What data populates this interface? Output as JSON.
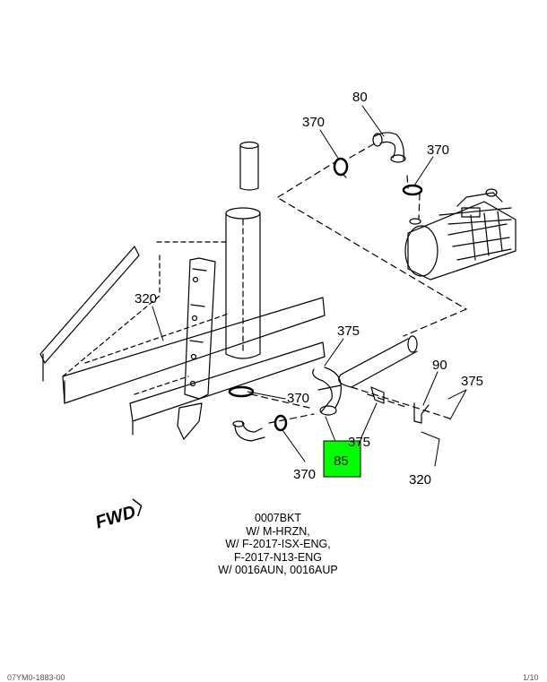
{
  "callouts": {
    "c80": "80",
    "c370_top": "370",
    "c370_right": "370",
    "c320_left": "320",
    "c375_top": "375",
    "c90": "90",
    "c375_right": "375",
    "c370_mid": "370",
    "c375_mid": "375",
    "c85": "85",
    "c370_bottom": "370",
    "c320_bottom": "320"
  },
  "highlight_color": "#00ff00",
  "fwd_label": "FWD",
  "caption_lines": [
    "0007BKT",
    "W/ M-HRZN,",
    "W/ F-2017-ISX-ENG,",
    "F-2017-N13-ENG",
    "W/ 0016AUN, 0016AUP"
  ],
  "footer": {
    "left": "07YM0-1883-00",
    "right": "1/10"
  }
}
